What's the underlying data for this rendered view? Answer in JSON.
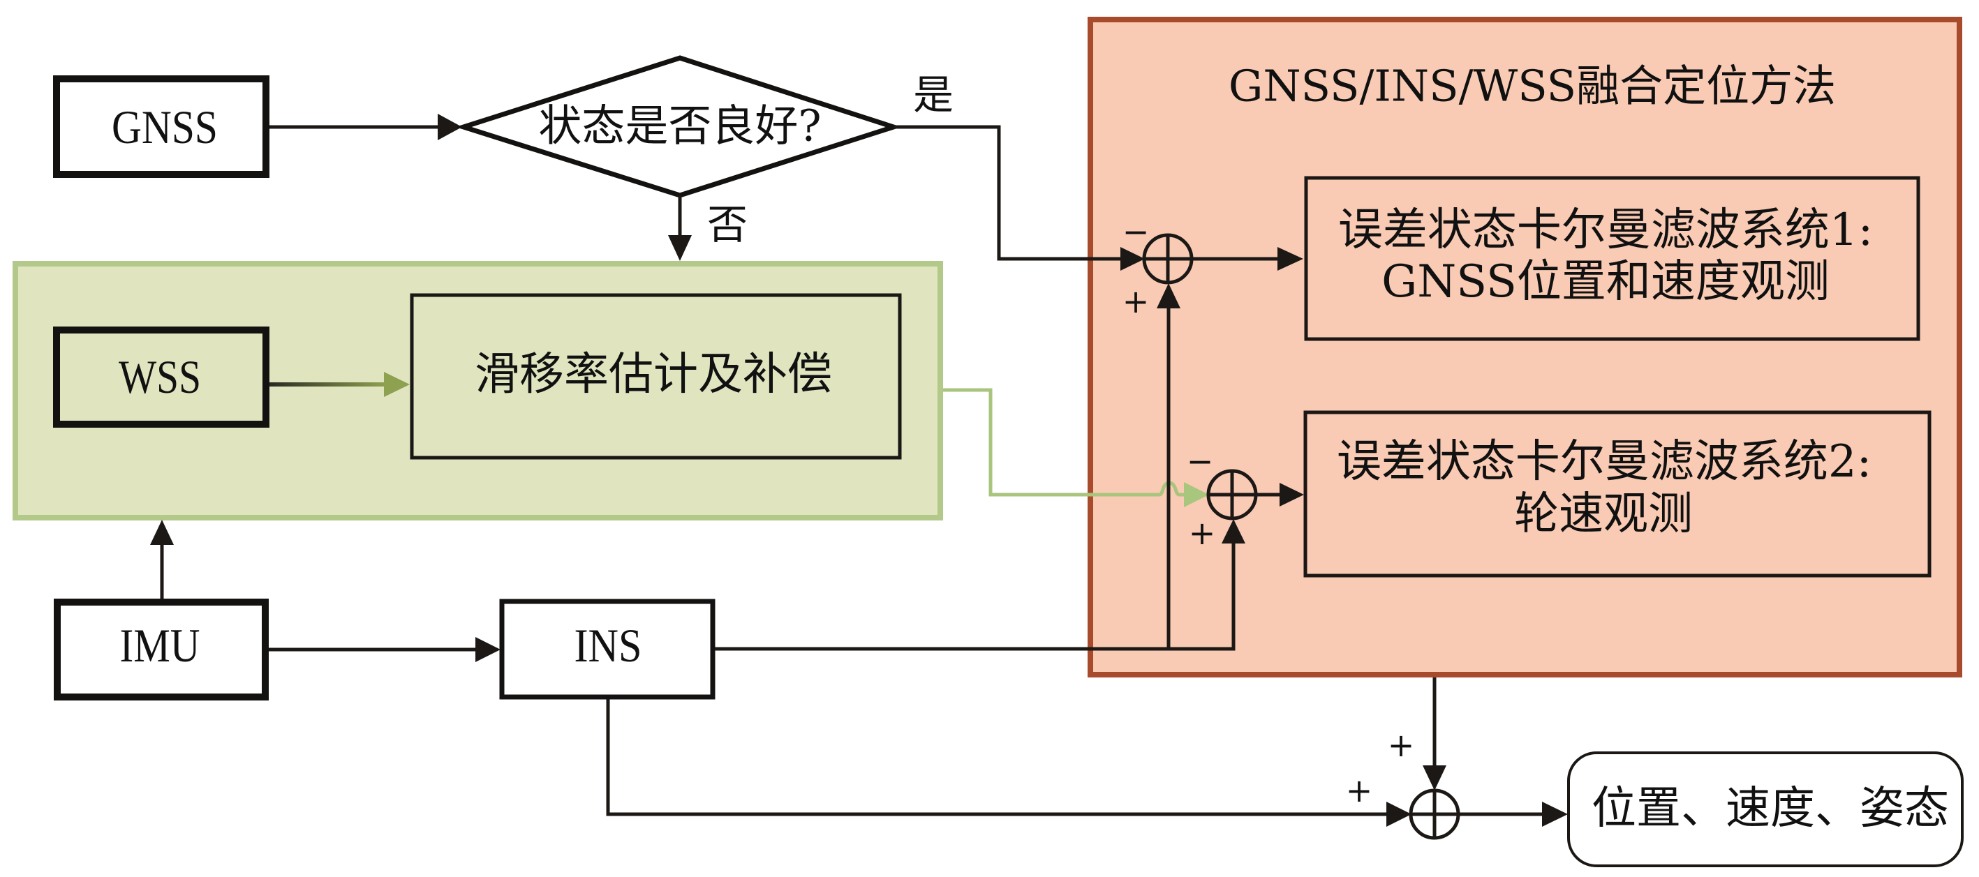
{
  "diagram": {
    "title": "GNSS/INS/WSS融合定位方法",
    "nodes": {
      "gnss": "GNSS",
      "decision": "状态是否良好?",
      "wss": "WSS",
      "slip": "滑移率估计及补偿",
      "imu": "IMU",
      "ins": "INS",
      "kf1": {
        "line1": "误差状态卡尔曼滤波系统1:",
        "line2": "GNSS位置和速度观测"
      },
      "kf2": {
        "line1": "误差状态卡尔曼滤波系统2:",
        "line2": "轮速观测"
      },
      "output": "位置、速度、姿态"
    },
    "edge_labels": {
      "yes": "是",
      "no": "否"
    },
    "signs": {
      "sum1_top": "−",
      "sum1_bottom": "+",
      "sum2_top": "−",
      "sum2_bottom": "+",
      "sum3_top": "+",
      "sum3_left": "+"
    },
    "edges": [
      {
        "from": "GNSS",
        "to": "状态是否良好?"
      },
      {
        "from": "状态是否良好?",
        "to": "sum1",
        "label": "是"
      },
      {
        "from": "状态是否良好?",
        "to": "slip-compensation-group",
        "label": "否"
      },
      {
        "from": "WSS",
        "to": "滑移率估计及补偿"
      },
      {
        "from": "滑移率估计及补偿",
        "to": "sum2"
      },
      {
        "from": "IMU",
        "to": "slip-compensation-group"
      },
      {
        "from": "IMU",
        "to": "INS"
      },
      {
        "from": "INS",
        "to": "sum1"
      },
      {
        "from": "INS",
        "to": "sum2"
      },
      {
        "from": "sum1",
        "to": "误差状态卡尔曼滤波系统1"
      },
      {
        "from": "sum2",
        "to": "误差状态卡尔曼滤波系统2"
      },
      {
        "from": "GNSS/INS/WSS融合定位方法",
        "to": "sum3"
      },
      {
        "from": "INS",
        "to": "sum3"
      },
      {
        "from": "sum3",
        "to": "位置、速度、姿态"
      }
    ]
  },
  "colors": {
    "fusion_fill": "#f9cbb4",
    "fusion_border": "#a84a2c",
    "slip_group_fill": "#e0e5c0",
    "slip_group_border": "#b3c98a",
    "wheel_speed_line": "#a9c47d",
    "wheel_speed_arrow": "#a9c67e",
    "wss_arrow": "#8da150"
  }
}
